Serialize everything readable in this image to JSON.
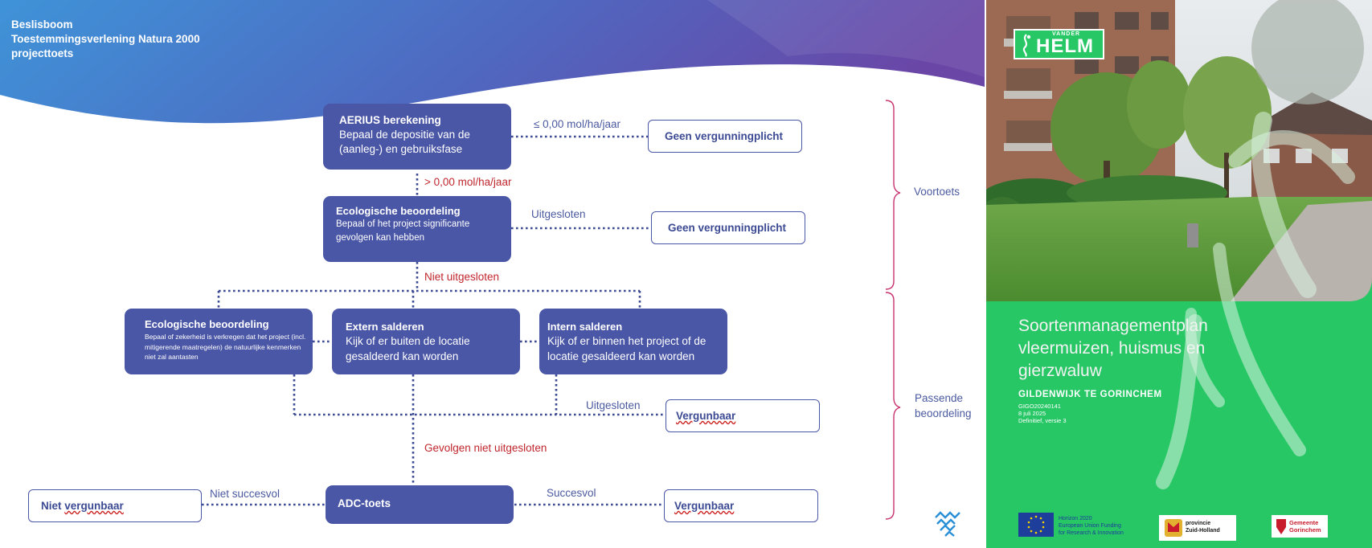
{
  "slide": {
    "title_lines": [
      "Beslisboom",
      "Toestemmingsverlening Natura 2000",
      "projecttoets"
    ],
    "nodes": {
      "aerius": {
        "title": "AERIUS berekening",
        "body": "Bepaal de depositie van de (aanleg-) en gebruiksfase"
      },
      "eco1": {
        "title": "Ecologische beoordeling",
        "body": "Bepaal of het project significante gevolgen kan hebben"
      },
      "eco2": {
        "title": "Ecologische beoordeling",
        "body": "Bepaal of zekerheid is verkregen dat het project (incl. mitigerende maatregelen) de natuurlijke kenmerken niet zal aantasten"
      },
      "extern": {
        "title": "Extern salderen",
        "body": "Kijk of er buiten de locatie gesaldeerd kan worden"
      },
      "intern": {
        "title": "Intern salderen",
        "body": "Kijk of er binnen het project of de locatie gesaldeerd kan worden"
      },
      "adc": {
        "title": "ADC-toets"
      }
    },
    "outcomes": {
      "geen1": "Geen vergunningplicht",
      "geen2": "Geen vergunningplicht",
      "verg1": "Vergunbaar",
      "verg2": "Vergunbaar",
      "niet_prefix": "Niet ",
      "niet_word": "vergunbaar"
    },
    "edge_labels": {
      "le0": "≤ 0,00 mol/ha/jaar",
      "gt0": "> 0,00 mol/ha/jaar",
      "uitgesloten1": "Uitgesloten",
      "niet_uitgesloten": "Niet uitgesloten",
      "uitgesloten2": "Uitgesloten",
      "gevolgen": "Gevolgen niet uitgesloten",
      "niet_succesvol": "Niet succesvol",
      "succesvol": "Succesvol"
    },
    "phases": {
      "voortoets": "Voortoets",
      "passende_line1": "Passende",
      "passende_line2": "beoordeling"
    }
  },
  "cover": {
    "logo_top": "VANDER",
    "logo_main": "HELM",
    "title_lines": [
      "Soortenmanagementplan",
      "vleermuizen, huismus en",
      "gierzwaluw"
    ],
    "subtitle": "GILDENWIJK TE GORINCHEM",
    "meta": [
      "GIGO20240141",
      "8 juli 2025",
      "Definitief, versie 3"
    ],
    "partners": {
      "eu_lines": [
        "Horizon 2020",
        "European Union Funding",
        "for Research & Innovation"
      ],
      "province_lines": [
        "provincie",
        "Zuid-Holland"
      ],
      "gemeente_lines": [
        "Gemeente",
        "Gorinchem"
      ]
    }
  },
  "colors": {
    "node": "#4a56a6",
    "header_left": "#3a8ad8",
    "header_right": "#6a4aa6",
    "cover_green": "#27c766",
    "red_label": "#c0262d",
    "brace": "#c8326e"
  }
}
